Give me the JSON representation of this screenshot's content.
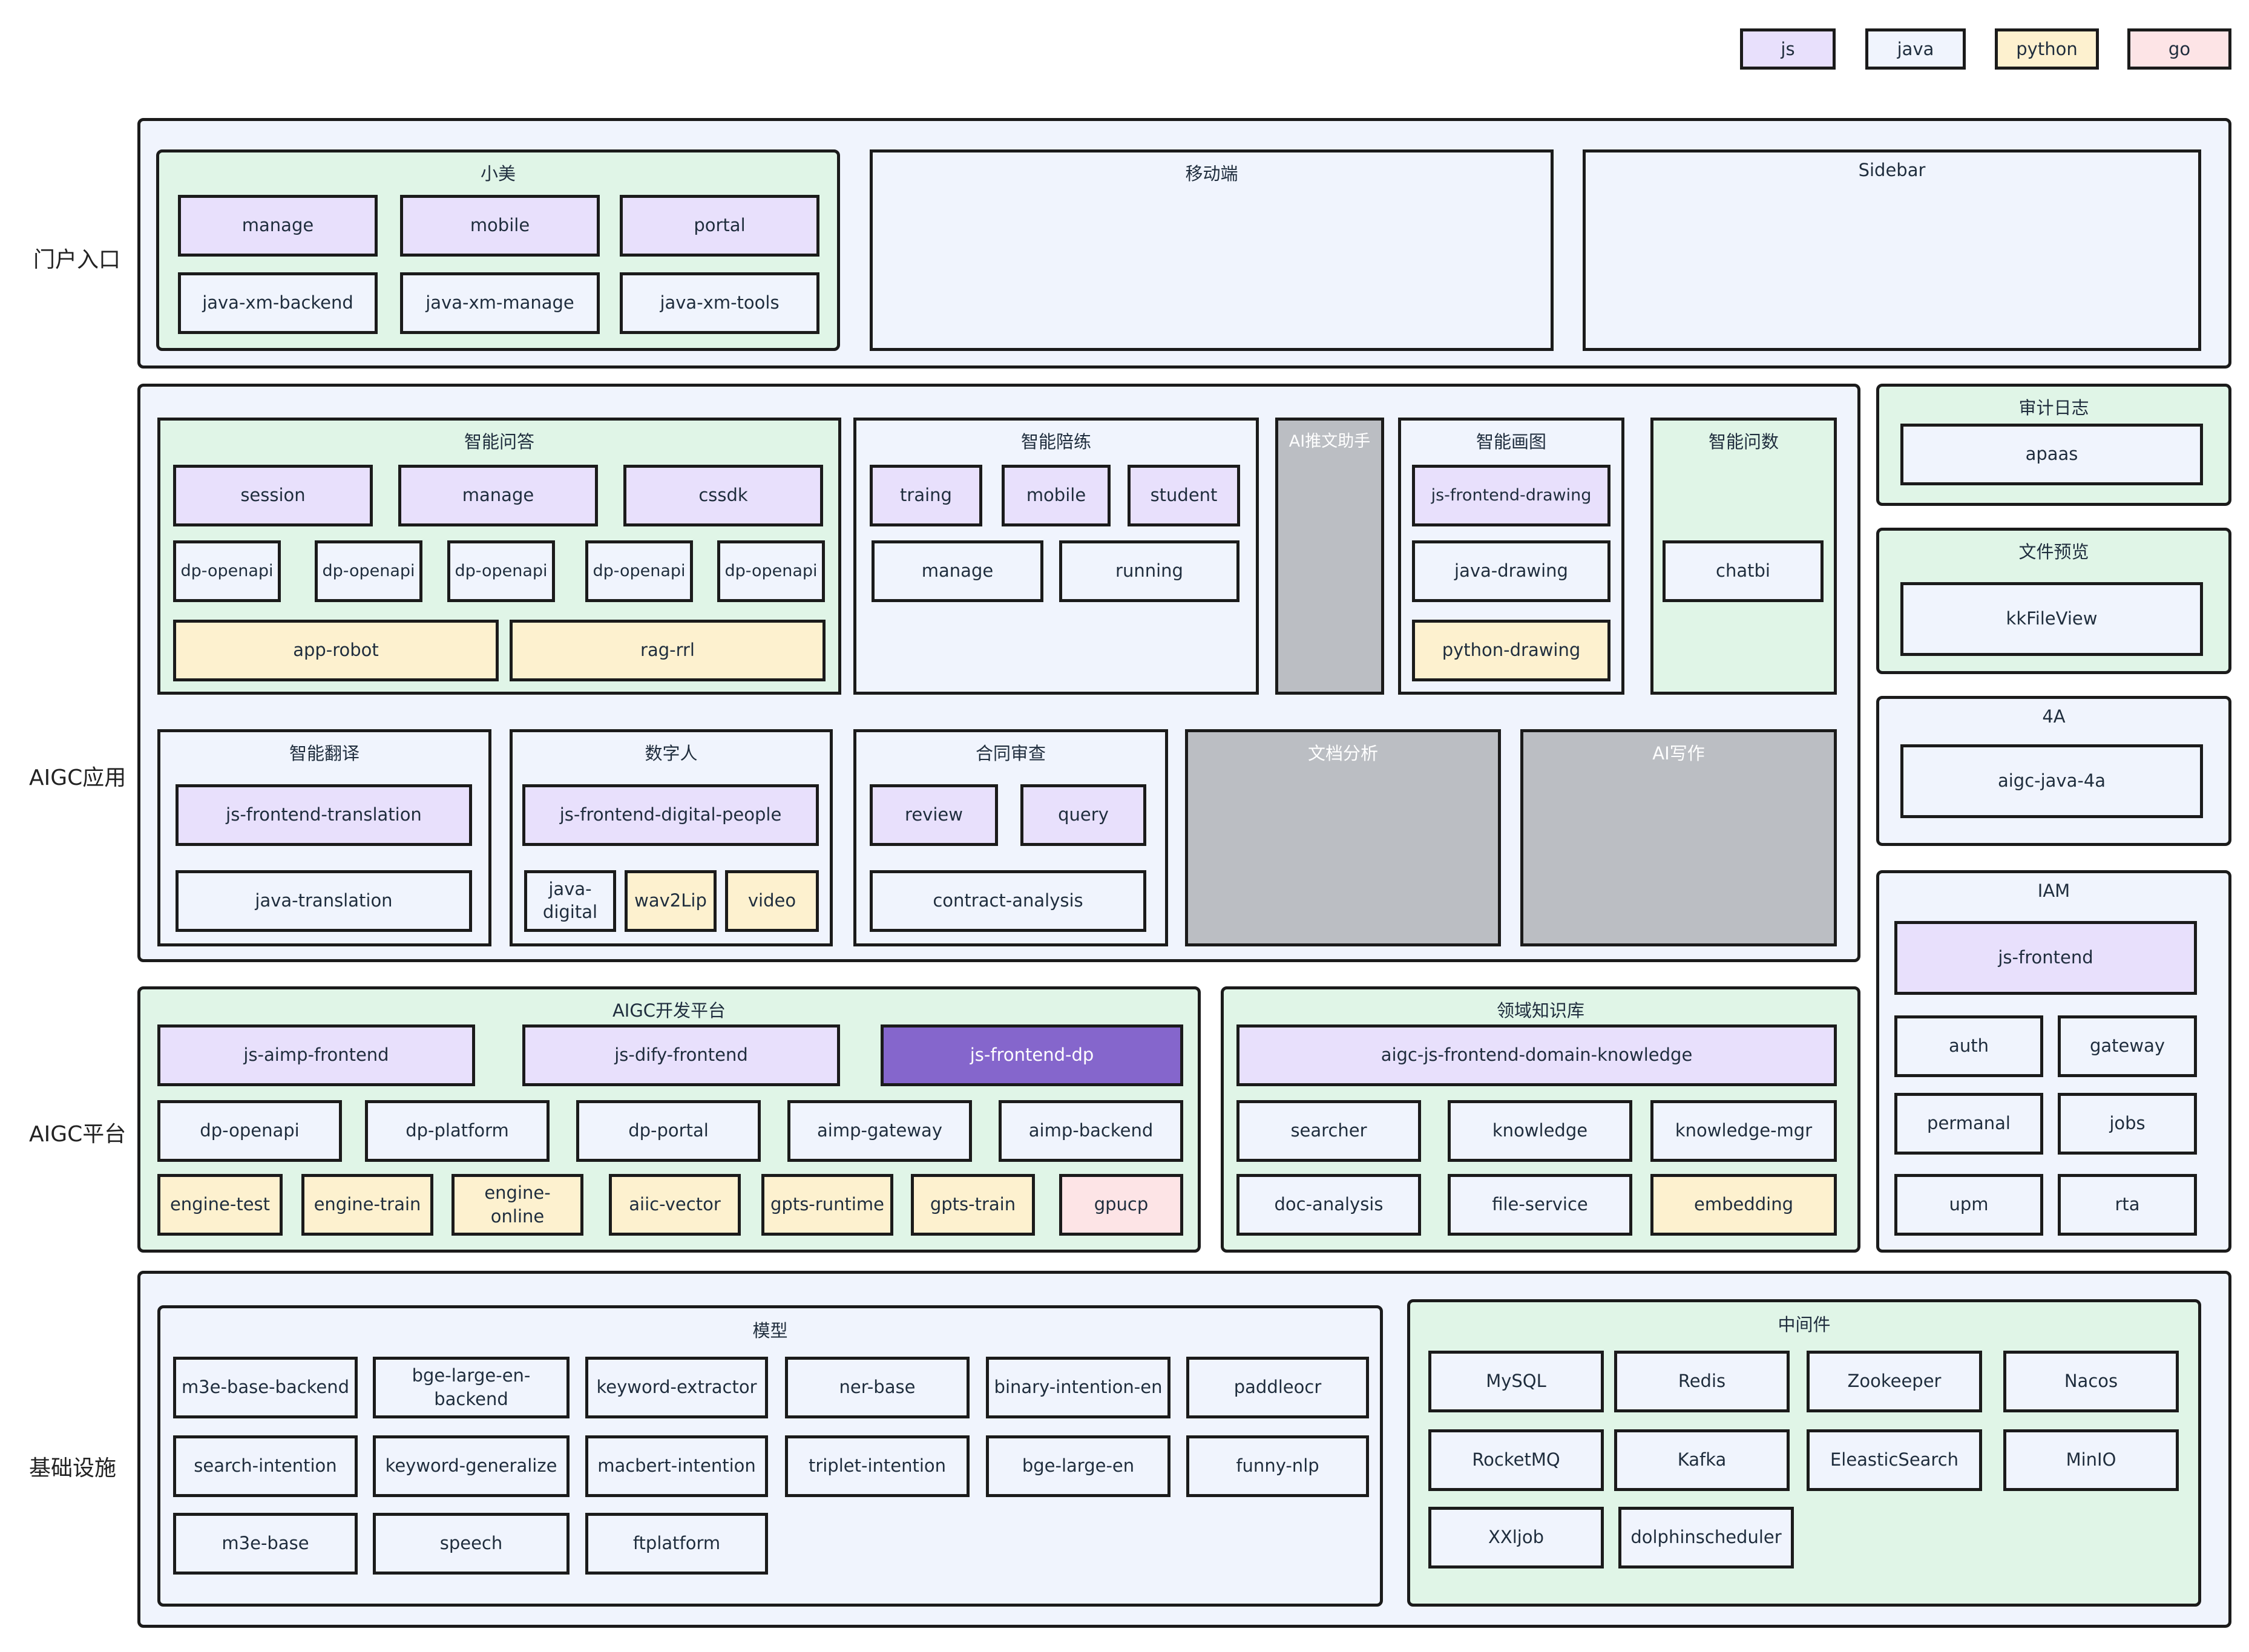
{
  "legend": {
    "js": "js",
    "java": "java",
    "python": "python",
    "go": "go"
  },
  "colors": {
    "js": "#e8e0fc",
    "java": "#f0f4fd",
    "python": "#fdf1cf",
    "go": "#fde4e6",
    "accent_dark": "#8566cc",
    "group_green": "#e0f5e7",
    "group_gray": "#bbbec3"
  },
  "rows": {
    "portal": "门户入口",
    "aigc_app": "AIGC应用",
    "aigc_platform": "AIGC平台",
    "infra": "基础设施"
  },
  "portal": {
    "xiaomei": {
      "title": "小美",
      "manage": "manage",
      "mobile": "mobile",
      "portal": "portal",
      "backend": "java-xm-backend",
      "xm_manage": "java-xm-manage",
      "tools": "java-xm-tools"
    },
    "mobile_title": "移动端",
    "sidebar_title": "Sidebar"
  },
  "qa": {
    "title": "智能问答",
    "session": "session",
    "manage": "manage",
    "cssdk": "cssdk",
    "openapi": "dp-openapi",
    "app_robot": "app-robot",
    "rag": "rag-rrl"
  },
  "coach": {
    "title": "智能陪练",
    "traing": "traing",
    "mobile": "mobile",
    "student": "student",
    "manage": "manage",
    "running": "running"
  },
  "ai_push": {
    "title": "AI推文助手"
  },
  "drawing": {
    "title": "智能画图",
    "js": "js-frontend-drawing",
    "java": "java-drawing",
    "python": "python-drawing"
  },
  "chatbi": {
    "title": "智能问数",
    "chatbi": "chatbi"
  },
  "translation": {
    "title": "智能翻译",
    "js": "js-frontend-translation",
    "java": "java-translation"
  },
  "digital": {
    "title": "数字人",
    "js": "js-frontend-digital-people",
    "java": "java-digital",
    "wav2lip": "wav2Lip",
    "video": "video"
  },
  "contract": {
    "title": "合同审查",
    "review": "review",
    "query": "query",
    "analysis": "contract-analysis"
  },
  "doc_analysis": {
    "title": "文档分析"
  },
  "ai_write": {
    "title": "AI写作"
  },
  "audit": {
    "title": "审计日志",
    "apaas": "apaas"
  },
  "preview": {
    "title": "文件预览",
    "kk": "kkFileView"
  },
  "fourA": {
    "title": "4A",
    "java": "aigc-java-4a"
  },
  "iam": {
    "title": "IAM",
    "js": "js-frontend",
    "auth": "auth",
    "gateway": "gateway",
    "permanal": "permanal",
    "jobs": "jobs",
    "upm": "upm",
    "rta": "rta"
  },
  "devplatform": {
    "title": "AIGC开发平台",
    "aimp": "js-aimp-frontend",
    "dify": "js-dify-frontend",
    "dp": "js-frontend-dp",
    "openapi": "dp-openapi",
    "platform": "dp-platform",
    "portal": "dp-portal",
    "aimp_gateway": "aimp-gateway",
    "aimp_backend": "aimp-backend",
    "engine_test": "engine-test",
    "engine_train": "engine-train",
    "engine_online": "engine-online",
    "aiic_vector": "aiic-vector",
    "gpts_runtime": "gpts-runtime",
    "gpts_train": "gpts-train",
    "gpucp": "gpucp"
  },
  "knowledge": {
    "title": "领域知识库",
    "js": "aigc-js-frontend-domain-knowledge",
    "searcher": "searcher",
    "knowledge": "knowledge",
    "mgr": "knowledge-mgr",
    "doc": "doc-analysis",
    "file": "file-service",
    "embedding": "embedding"
  },
  "model": {
    "title": "模型",
    "items": [
      "m3e-base-backend",
      "bge-large-en-backend",
      "keyword-extractor",
      "ner-base",
      "binary-intention-en",
      "paddleocr",
      "search-intention",
      "keyword-generalize",
      "macbert-intention",
      "triplet-intention",
      "bge-large-en",
      "funny-nlp",
      "m3e-base",
      "speech",
      "ftplatform"
    ]
  },
  "middleware": {
    "title": "中间件",
    "items": [
      "MySQL",
      "Redis",
      "Zookeeper",
      "Nacos",
      "RocketMQ",
      "Kafka",
      "EleasticSearch",
      "MinIO",
      "XXljob",
      "dolphinscheduler"
    ]
  }
}
